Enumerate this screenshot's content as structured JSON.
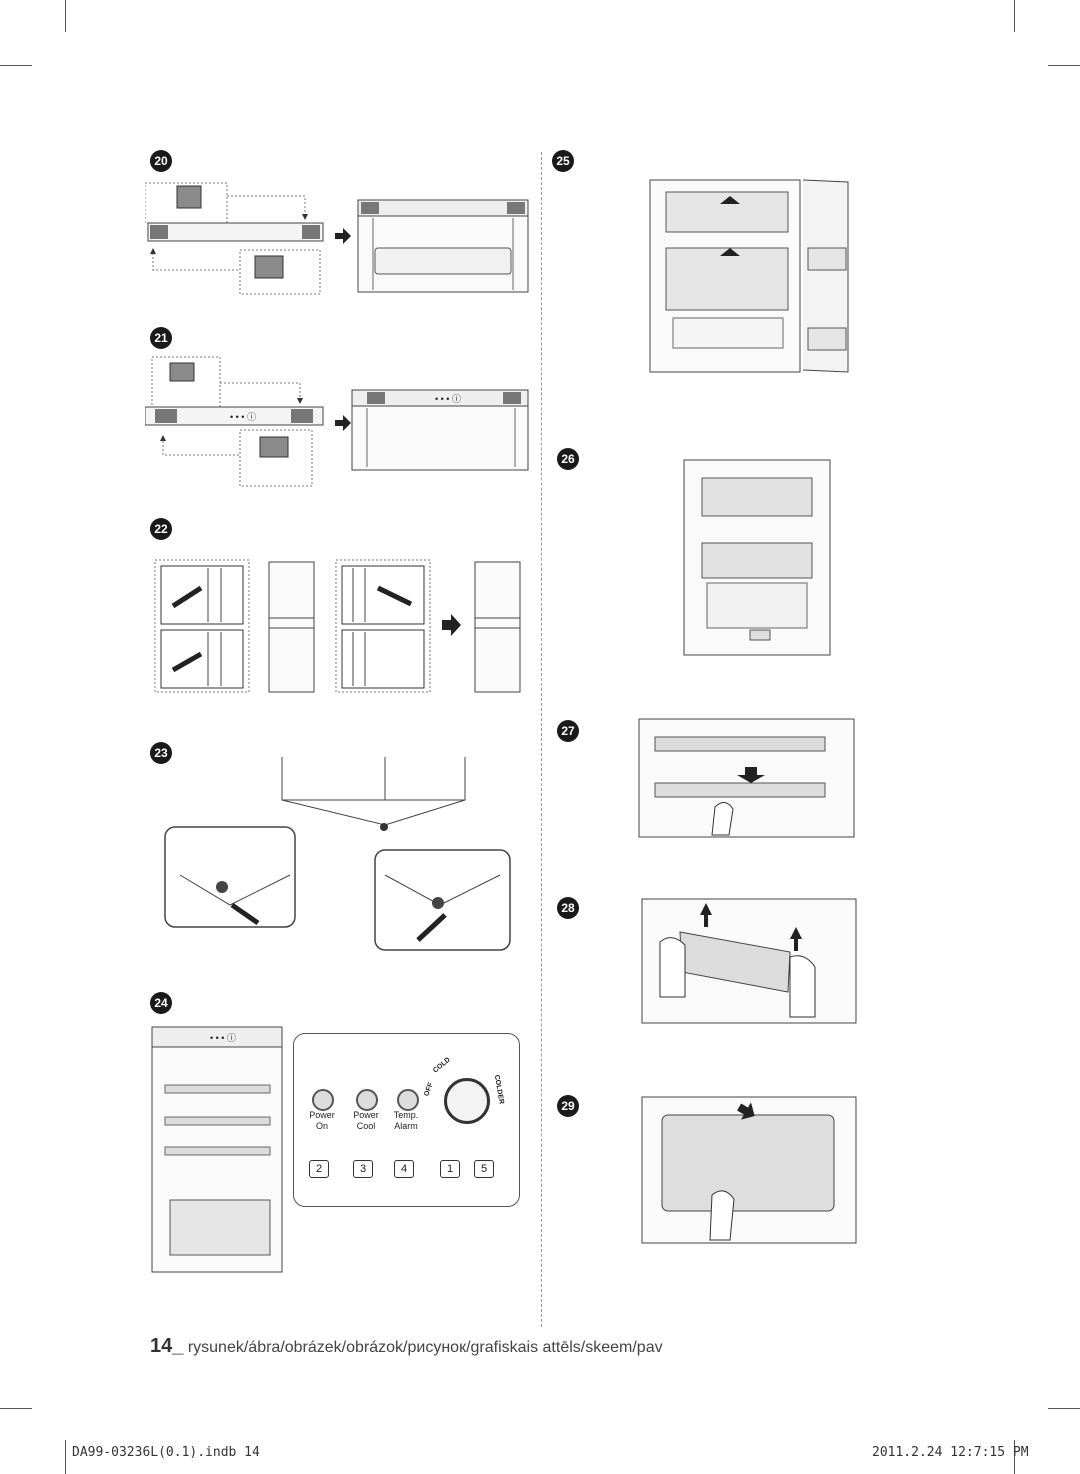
{
  "figure_numbers": [
    "20",
    "21",
    "22",
    "23",
    "24",
    "25",
    "26",
    "27",
    "28",
    "29"
  ],
  "control_panel": {
    "buttons": [
      {
        "line1": "Power",
        "line2": "On"
      },
      {
        "line1": "Power",
        "line2": "Cool"
      },
      {
        "line1": "Temp.",
        "line2": "Alarm"
      }
    ],
    "dial_labels": [
      "OFF",
      "COLD",
      "COLDER"
    ],
    "callouts": [
      "2",
      "3",
      "4",
      "1",
      "5"
    ]
  },
  "caption": {
    "page_number": "14_",
    "text": " rysunek/ábra/obrázek/obrázok/рисунок/grafiskais attēls/skeem/pav"
  },
  "footer": {
    "file": "DA99-03236L(0.1).indb   14",
    "timestamp": "2011.2.24   12:7:15 PM"
  }
}
